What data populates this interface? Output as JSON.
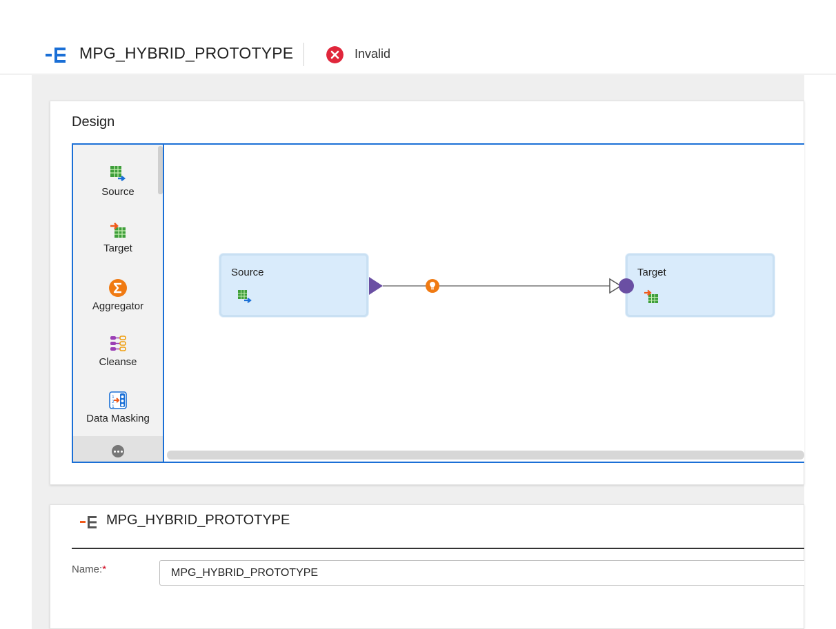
{
  "header": {
    "title": "MPG_HYBRID_PROTOTYPE",
    "status_label": "Invalid",
    "status_color": "#e0263b",
    "title_icon": "mapping-icon"
  },
  "design": {
    "title": "Design",
    "palette": {
      "items": [
        {
          "label": "Source",
          "icon": "source-table-icon"
        },
        {
          "label": "Target",
          "icon": "target-table-icon"
        },
        {
          "label": "Aggregator",
          "icon": "sigma-icon"
        },
        {
          "label": "Cleanse",
          "icon": "cleanse-icon"
        },
        {
          "label": "Data Masking",
          "icon": "data-masking-icon"
        }
      ],
      "more_icon": "more-icon"
    },
    "canvas": {
      "nodes": [
        {
          "label": "Source",
          "icon": "source-table-icon"
        },
        {
          "label": "Target",
          "icon": "target-table-icon"
        }
      ],
      "link_hint_icon": "lightbulb-icon",
      "accent_color": "#6a4fa3",
      "selection_color": "#1a6fd6"
    }
  },
  "properties": {
    "title": "MPG_HYBRID_PROTOTYPE",
    "name_label": "Name:",
    "required_marker": "*",
    "name_value": "MPG_HYBRID_PROTOTYPE"
  }
}
